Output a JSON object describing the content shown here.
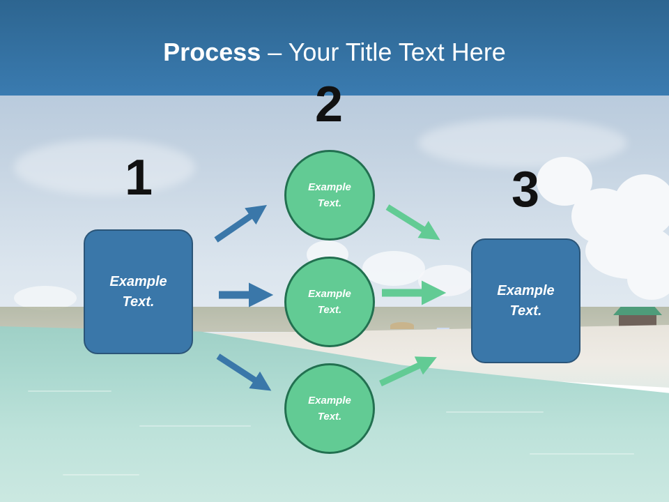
{
  "title": {
    "bold": "Process",
    "rest": " – Your Title Text Here"
  },
  "steps": [
    {
      "number": "1",
      "text": "Example Text."
    },
    {
      "number": "2",
      "items": [
        {
          "text": "Example Text."
        },
        {
          "text": "Example Text."
        },
        {
          "text": "Example Text."
        }
      ]
    },
    {
      "number": "3",
      "text": "Example Text."
    }
  ],
  "colors": {
    "title_band": "#3a7bb0",
    "box_fill": "#3a77a9",
    "circle_fill": "#62cb94",
    "blue_arrow": "#3a77a9",
    "green_arrow": "#62cb94"
  }
}
